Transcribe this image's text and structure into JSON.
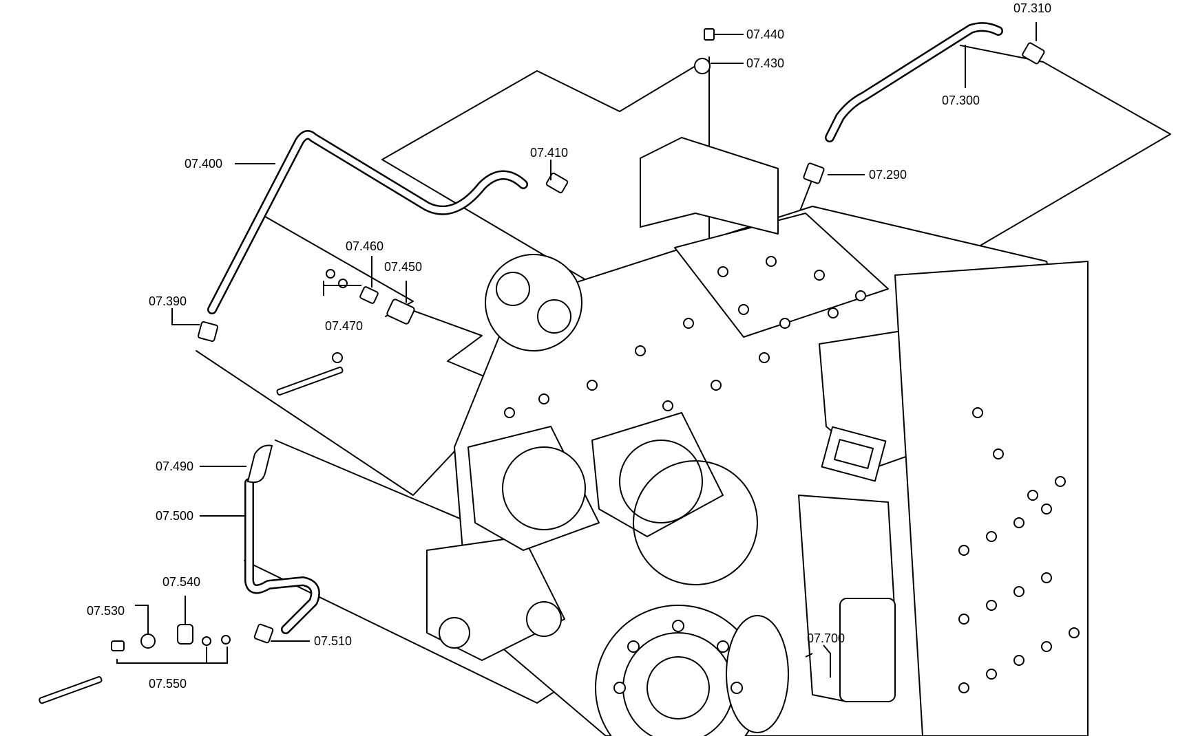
{
  "colors": {
    "ink": "#000000",
    "paper": "#ffffff"
  },
  "callouts": {
    "c07_290": "07.290",
    "c07_300": "07.300",
    "c07_310": "07.310",
    "c07_390": "07.390",
    "c07_400": "07.400",
    "c07_410": "07.410",
    "c07_430": "07.430",
    "c07_440": "07.440",
    "c07_450": "07.450",
    "c07_460": "07.460",
    "c07_470": "07.470",
    "c07_490": "07.490",
    "c07_500": "07.500",
    "c07_510": "07.510",
    "c07_530": "07.530",
    "c07_540": "07.540",
    "c07_550": "07.550",
    "c07_700": "07.700"
  }
}
